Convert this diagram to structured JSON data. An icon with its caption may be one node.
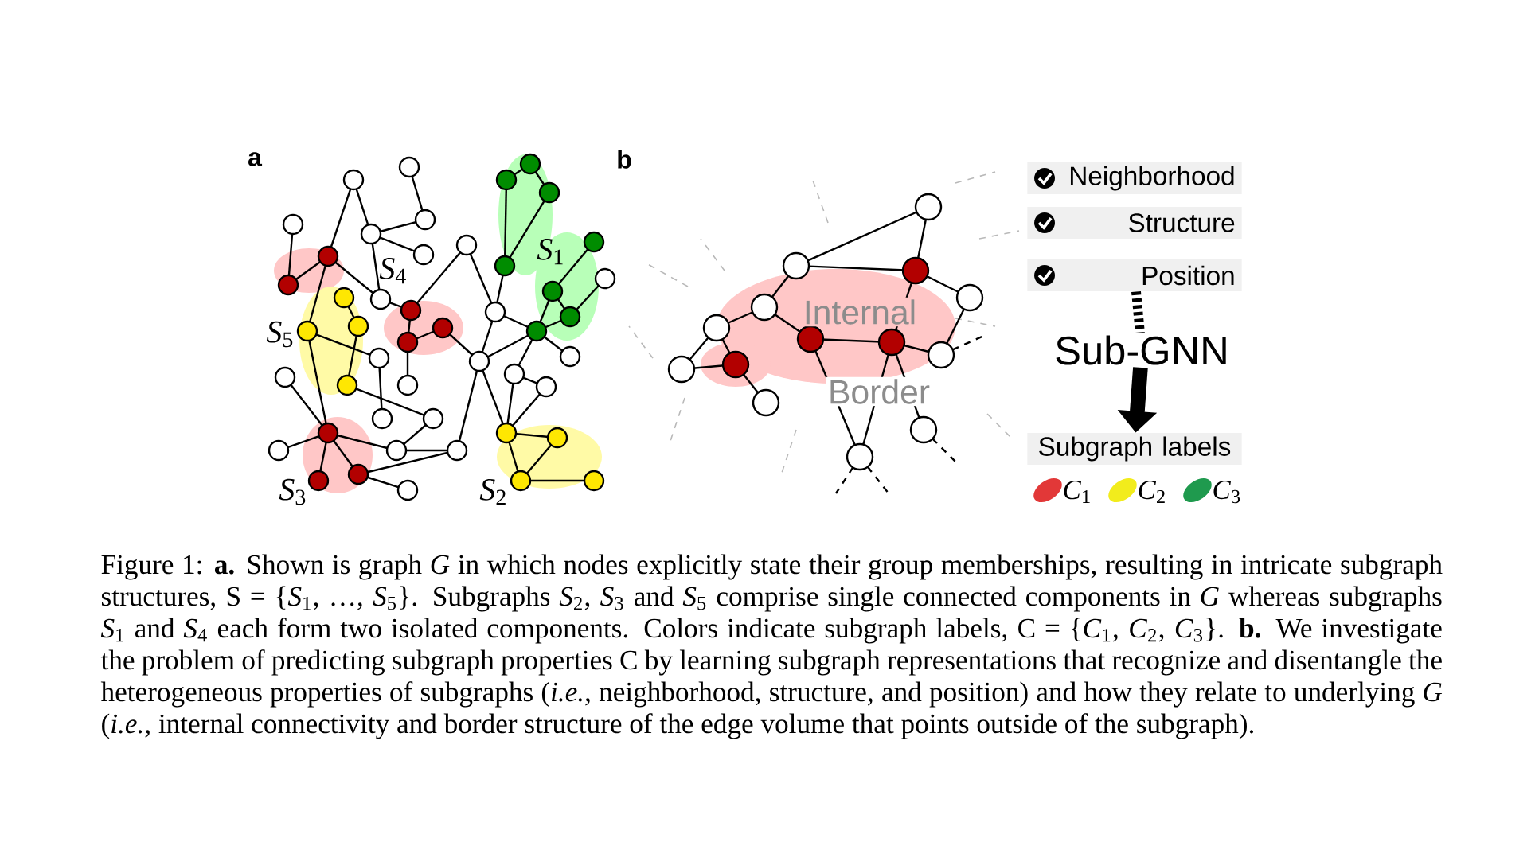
{
  "diagram": {
    "caption": "Figure 1: **a.** Shown is graph *G* in which nodes explicitly state their group memberships, resulting in intricate subgraph structures, S = {*S*$_{1}$, …, *S*$_{5}$}. Subgraphs *S*$_{2}$, *S*$_{3}$ and *S*$_{5}$ comprise single connected components in *G* whereas subgraphs *S*$_{1}$ and *S*$_{4}$ each form two isolated components. Colors indicate subgraph labels, C = {*C*$_{1}$, *C*$_{2}$, *C*$_{3}$}. **b.** We investigate the problem of predicting subgraph properties C by learning subgraph representations that recognize and disentangle the heterogeneous properties of subgraphs (*i.e.*, neighborhood, structure, and position) and how they relate to underlying *G* (*i.e.*, internal connectivity and border structure of the edge volume that points outside of the subgraph).",
    "nodes": [
      {
        "text": [
          "Neighborhood"
        ]
      },
      {
        "text": [
          "Structure"
        ]
      },
      {
        "text": [
          "Position"
        ]
      },
      {
        "text": [
          "Sub-GNN"
        ]
      },
      {
        "text": [
          "Subgraph labels"
        ]
      }
    ],
    "edges": [
      {
        "from": 2,
        "to": 3,
        "arrow": "none",
        "style": "dashed"
      },
      {
        "from": 3,
        "to": 4,
        "arrow": "to"
      }
    ],
    "labels": [
      "a",
      "b",
      "*S*$_{4}$",
      "*S*$_{1}$",
      "*S*$_{5}$",
      "*S*$_{3}$",
      "*S*$_{2}$",
      "Internal",
      "Border"
    ],
    "legend": [
      {
        "text": "*C*$_{1}$",
        "color": "#e23838"
      },
      {
        "text": "*C*$_{2}$",
        "color": "#f2ec1c"
      },
      {
        "text": "*C*$_{3}$",
        "color": "#1f9a4e"
      }
    ]
  }
}
